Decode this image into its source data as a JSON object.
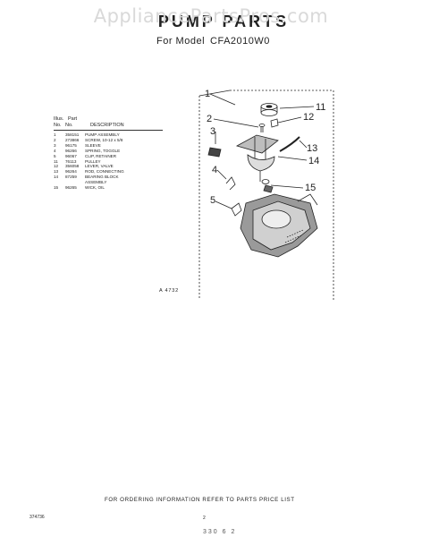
{
  "watermark": "AppliancePartsPros.com",
  "header": {
    "title": "PUMP PARTS",
    "subtitle_prefix": "For Model",
    "model": "CFA2010W0"
  },
  "parts_list": {
    "header": {
      "illus_label": "Illus.",
      "part_label": "Part",
      "no_label": "No.",
      "no_label_2": "No.",
      "description_label": "DESCRIPTION"
    },
    "rows": [
      {
        "illus": "1",
        "part": "358151",
        "desc": "PUMP ASSEMBLY"
      },
      {
        "illus": "2",
        "part": "273866",
        "desc": "SCREW, 10-12 x 5/8"
      },
      {
        "illus": "3",
        "part": "96175",
        "desc": "SLEEVE"
      },
      {
        "illus": "4",
        "part": "96266",
        "desc": "SPRING, TOGGLE"
      },
      {
        "illus": "5",
        "part": "96067",
        "desc": "CLIP, RETAINER"
      },
      {
        "illus": "11",
        "part": "76113",
        "desc": "PULLEY"
      },
      {
        "illus": "12",
        "part": "356058",
        "desc": "LEVER, VALVE"
      },
      {
        "illus": "13",
        "part": "96264",
        "desc": "ROD, CONNECTING"
      },
      {
        "illus": "14",
        "part": "87259",
        "desc": "BEARING BLOCK"
      },
      {
        "illus": "",
        "part": "",
        "desc": "ASSEMBLY"
      },
      {
        "illus": "15",
        "part": "96265",
        "desc": "WICK, OIL"
      }
    ]
  },
  "diagram": {
    "callouts": {
      "c1": "1",
      "c2": "2",
      "c3": "3",
      "c4": "4",
      "c5": "5",
      "c11": "11",
      "c12": "12",
      "c13": "13",
      "c14": "14",
      "c15": "15"
    }
  },
  "figure_id": "A 4732",
  "footer": {
    "note": "FOR ORDERING INFORMATION REFER TO PARTS PRICE LIST",
    "doc_code": "374736",
    "page": "2",
    "bottom_code": "330 6 2"
  }
}
